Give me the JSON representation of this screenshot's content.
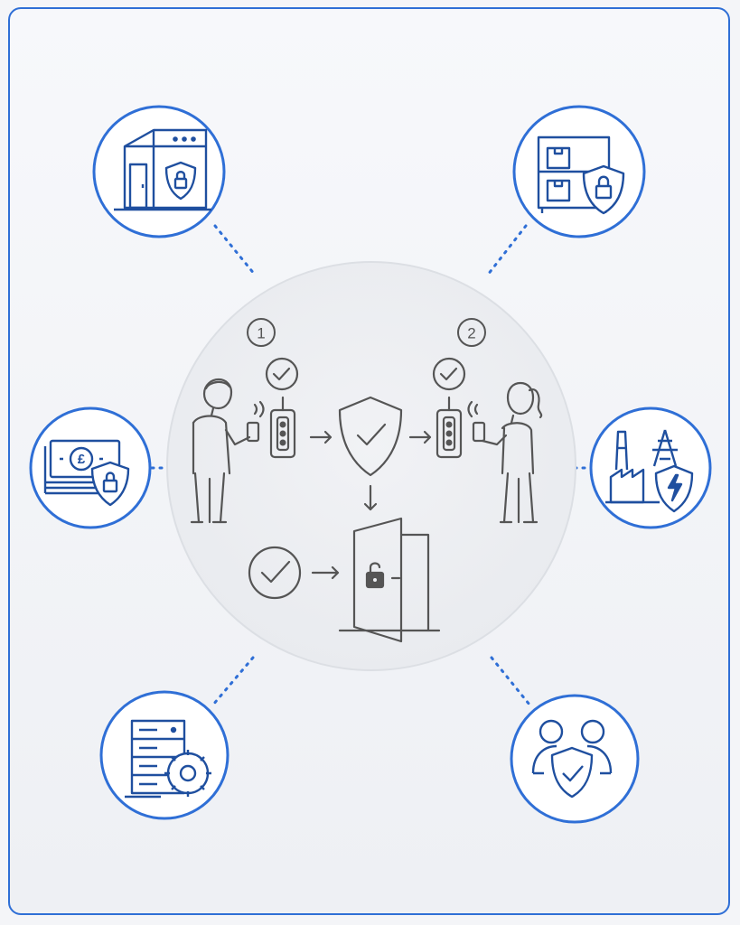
{
  "diagram": {
    "steps": [
      {
        "number": "1"
      },
      {
        "number": "2"
      }
    ],
    "central_process": {
      "nodes": [
        "person-presenting-card",
        "card-reader-1",
        "security-shield",
        "card-reader-2",
        "second-person-presenting-card",
        "access-granted-check",
        "unlocked-door"
      ]
    },
    "sectors": [
      {
        "id": "secure-building",
        "icon": "building-shield-icon"
      },
      {
        "id": "secure-storage",
        "icon": "storage-shelf-shield-icon"
      },
      {
        "id": "cash-handling",
        "icon": "banknotes-shield-icon"
      },
      {
        "id": "energy-infrastructure",
        "icon": "power-plant-shield-icon"
      },
      {
        "id": "data-center",
        "icon": "server-gear-icon"
      },
      {
        "id": "personnel-protection",
        "icon": "people-shield-icon"
      }
    ],
    "colors": {
      "accent": "#2f6fd6",
      "icon_stroke": "#1f4f9f",
      "process_stroke": "#555555",
      "center_fill": "#eef0f3"
    }
  }
}
